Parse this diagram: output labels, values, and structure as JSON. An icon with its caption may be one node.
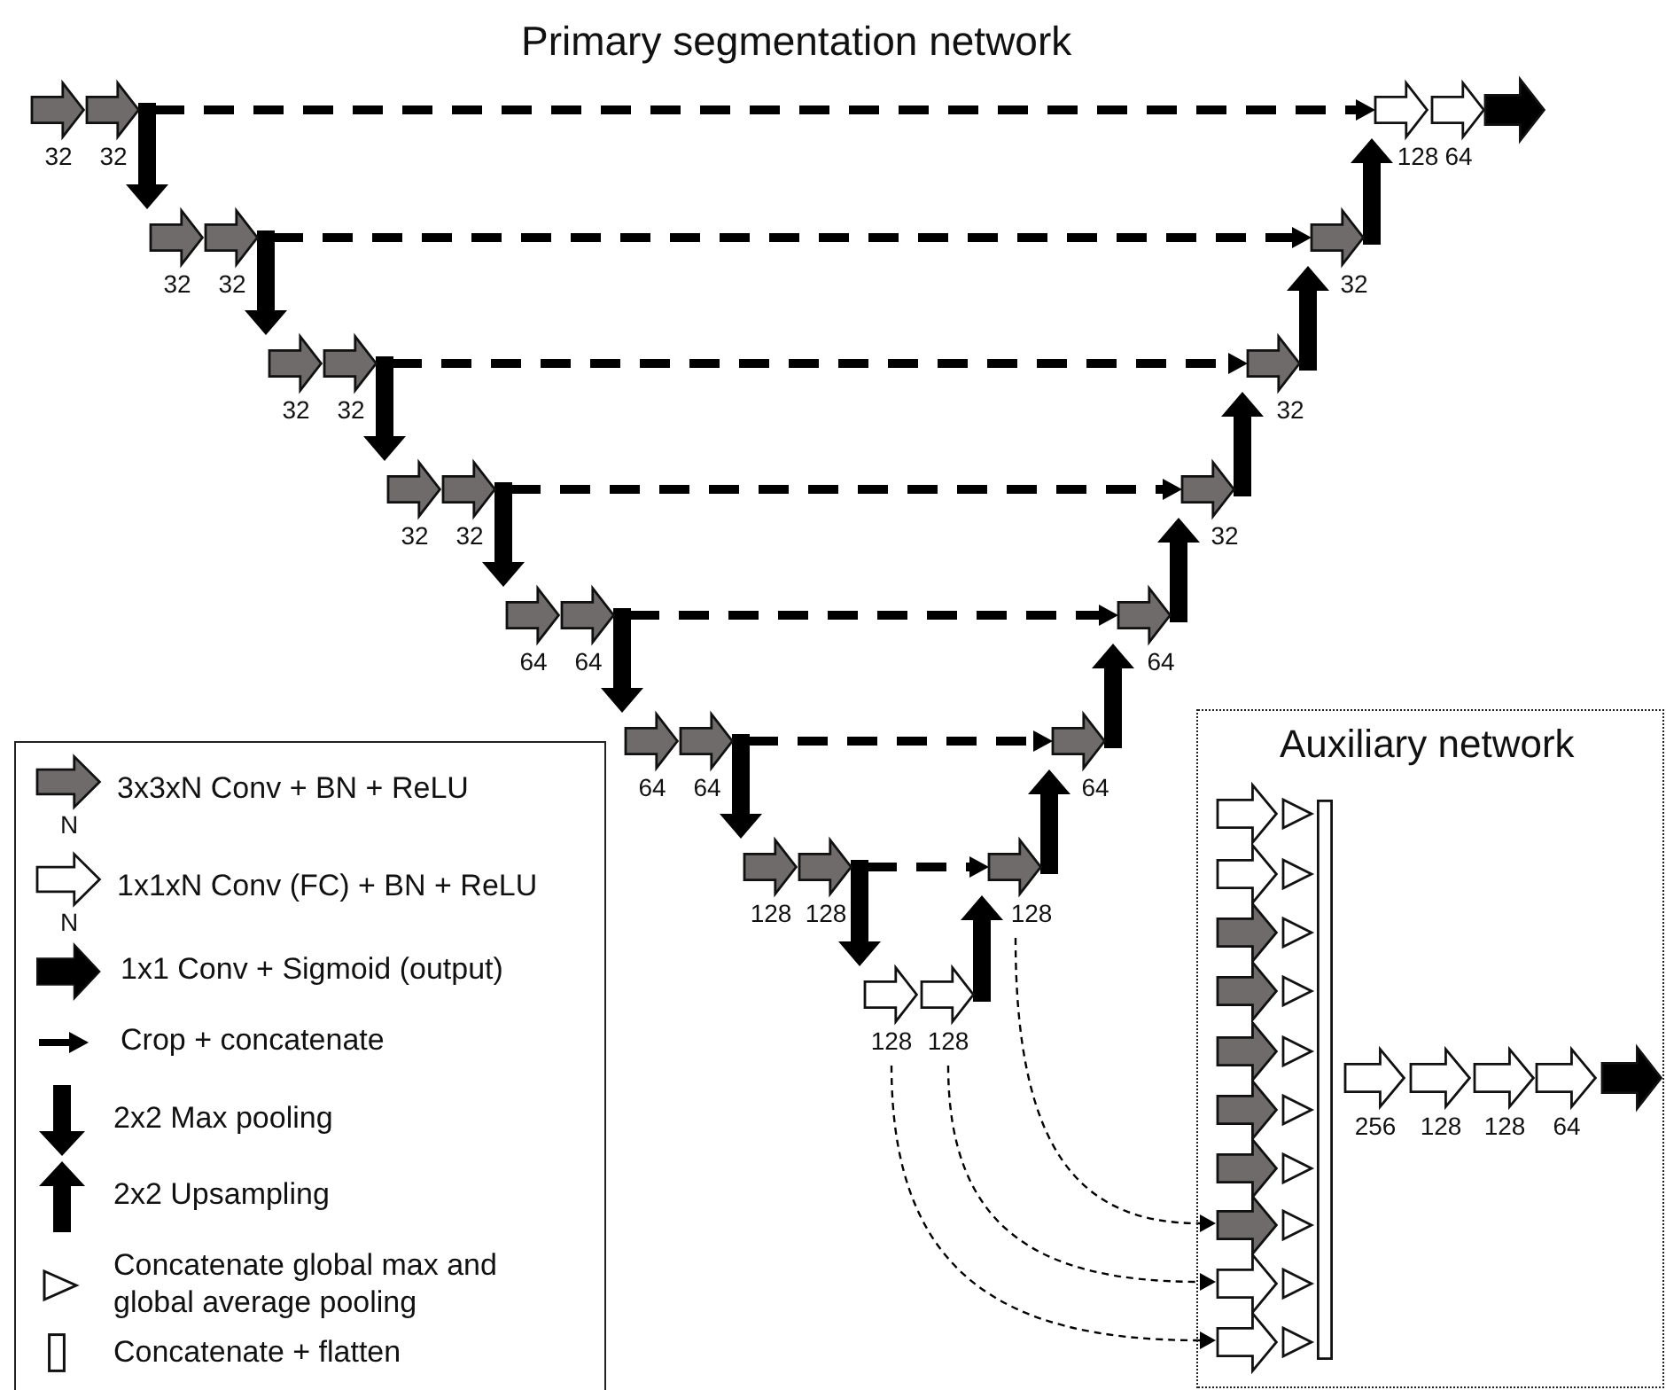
{
  "diagram": {
    "title": "Primary segmentation network",
    "nodes": [
      {
        "text": [],
        "shape": "arrow",
        "beside": [
          "32"
        ]
      },
      {
        "text": [],
        "shape": "arrow",
        "beside": [
          "32"
        ]
      },
      {
        "text": [],
        "shape": "arrow",
        "beside": [
          "32"
        ]
      },
      {
        "text": [],
        "shape": "arrow",
        "beside": [
          "32"
        ]
      },
      {
        "text": [],
        "shape": "arrow",
        "beside": [
          "32"
        ]
      },
      {
        "text": [],
        "shape": "arrow",
        "beside": [
          "32"
        ]
      },
      {
        "text": [],
        "shape": "arrow",
        "beside": [
          "32"
        ]
      },
      {
        "text": [],
        "shape": "arrow",
        "beside": [
          "32"
        ]
      },
      {
        "text": [],
        "shape": "arrow",
        "beside": [
          "64"
        ]
      },
      {
        "text": [],
        "shape": "arrow",
        "beside": [
          "64"
        ]
      },
      {
        "text": [],
        "shape": "arrow",
        "beside": [
          "64"
        ]
      },
      {
        "text": [],
        "shape": "arrow",
        "beside": [
          "64"
        ]
      },
      {
        "text": [],
        "shape": "arrow",
        "beside": [
          "128"
        ]
      },
      {
        "text": [],
        "shape": "arrow",
        "beside": [
          "128"
        ]
      },
      {
        "text": [],
        "shape": "arrow",
        "beside": [
          "128"
        ]
      },
      {
        "text": [],
        "shape": "arrow",
        "beside": [
          "128"
        ]
      },
      {
        "text": [],
        "shape": "arrow",
        "beside": [
          "128"
        ]
      },
      {
        "text": [],
        "shape": "arrow",
        "beside": [
          "64"
        ]
      },
      {
        "text": [],
        "shape": "arrow",
        "beside": [
          "64"
        ]
      },
      {
        "text": [],
        "shape": "arrow",
        "beside": [
          "32"
        ]
      },
      {
        "text": [],
        "shape": "arrow",
        "beside": [
          "32"
        ]
      },
      {
        "text": [],
        "shape": "arrow",
        "beside": [
          "32"
        ]
      },
      {
        "text": [],
        "shape": "arrow",
        "beside": [
          "128"
        ]
      },
      {
        "text": [],
        "shape": "arrow",
        "beside": [
          "64"
        ]
      },
      {
        "text": [],
        "shape": "arrow"
      },
      {
        "text": [
          "Auxiliary network"
        ]
      },
      {
        "text": [],
        "shape": "arrow",
        "in": 25
      },
      {
        "text": [],
        "shape": "arrow",
        "in": 25
      },
      {
        "text": [],
        "shape": "arrow",
        "in": 25
      },
      {
        "text": [],
        "shape": "arrow",
        "in": 25
      },
      {
        "text": [],
        "shape": "arrow",
        "in": 25
      },
      {
        "text": [],
        "shape": "arrow",
        "in": 25
      },
      {
        "text": [],
        "shape": "arrow",
        "in": 25
      },
      {
        "text": [],
        "shape": "arrow",
        "in": 25
      },
      {
        "text": [],
        "shape": "arrow",
        "in": 25
      },
      {
        "text": [],
        "shape": "arrow",
        "in": 25
      },
      {
        "text": [],
        "shape": "triangle",
        "in": 25
      },
      {
        "text": [],
        "shape": "triangle",
        "in": 25
      },
      {
        "text": [],
        "shape": "triangle",
        "in": 25
      },
      {
        "text": [],
        "shape": "triangle",
        "in": 25
      },
      {
        "text": [],
        "shape": "triangle",
        "in": 25
      },
      {
        "text": [],
        "shape": "triangle",
        "in": 25
      },
      {
        "text": [],
        "shape": "triangle",
        "in": 25
      },
      {
        "text": [],
        "shape": "triangle",
        "in": 25
      },
      {
        "text": [],
        "shape": "triangle",
        "in": 25
      },
      {
        "text": [],
        "shape": "triangle",
        "in": 25
      },
      {
        "text": [],
        "shape": "bar",
        "in": 25
      },
      {
        "text": [],
        "shape": "arrow",
        "in": 25,
        "beside": [
          "256"
        ]
      },
      {
        "text": [],
        "shape": "arrow",
        "in": 25,
        "beside": [
          "128"
        ]
      },
      {
        "text": [],
        "shape": "arrow",
        "in": 25,
        "beside": [
          "128"
        ]
      },
      {
        "text": [],
        "shape": "arrow",
        "in": 25,
        "beside": [
          "64"
        ]
      },
      {
        "text": [],
        "shape": "arrow",
        "in": 25
      }
    ],
    "edges": [
      {
        "from": 1,
        "to": 2,
        "arrow": "to"
      },
      {
        "from": 3,
        "to": 4,
        "arrow": "to"
      },
      {
        "from": 5,
        "to": 6,
        "arrow": "to"
      },
      {
        "from": 7,
        "to": 8,
        "arrow": "to"
      },
      {
        "from": 9,
        "to": 10,
        "arrow": "to"
      },
      {
        "from": 11,
        "to": 12,
        "arrow": "to"
      },
      {
        "from": 13,
        "to": 14,
        "arrow": "to"
      },
      {
        "from": 15,
        "to": 16,
        "arrow": "to"
      },
      {
        "from": 16,
        "to": 17,
        "arrow": "to"
      },
      {
        "from": 17,
        "to": 18,
        "arrow": "to"
      },
      {
        "from": 18,
        "to": 19,
        "arrow": "to"
      },
      {
        "from": 19,
        "to": 20,
        "arrow": "to"
      },
      {
        "from": 20,
        "to": 21,
        "arrow": "to"
      },
      {
        "from": 21,
        "to": 22,
        "arrow": "to"
      },
      {
        "from": 1,
        "to": 22,
        "arrow": "to",
        "style": "dashed"
      },
      {
        "from": 3,
        "to": 21,
        "arrow": "to",
        "style": "dashed"
      },
      {
        "from": 5,
        "to": 20,
        "arrow": "to",
        "style": "dashed"
      },
      {
        "from": 7,
        "to": 19,
        "arrow": "to",
        "style": "dashed"
      },
      {
        "from": 9,
        "to": 18,
        "arrow": "to",
        "style": "dashed"
      },
      {
        "from": 11,
        "to": 17,
        "arrow": "to",
        "style": "dashed"
      },
      {
        "from": 13,
        "to": 16,
        "arrow": "to",
        "style": "dashed"
      },
      {
        "from": 16,
        "to": 33,
        "arrow": "to",
        "style": "dashed"
      },
      {
        "from": 15,
        "to": 34,
        "arrow": "to",
        "style": "dashed"
      },
      {
        "from": 14,
        "to": 35,
        "arrow": "to",
        "style": "dashed"
      }
    ],
    "labels": [
      "N",
      "N"
    ],
    "legend": [
      {
        "text": "3x3xN Conv + BN + ReLU"
      },
      {
        "text": "1x1xN Conv (FC) + BN + ReLU"
      },
      {
        "text": "1x1 Conv + Sigmoid (output)"
      },
      {
        "text": "Crop + concatenate"
      },
      {
        "text": "2x2 Max pooling"
      },
      {
        "text": "2x2 Upsampling"
      },
      {
        "text": "Concatenate global max and global average pooling"
      },
      {
        "text": "Concatenate + flatten"
      }
    ]
  }
}
